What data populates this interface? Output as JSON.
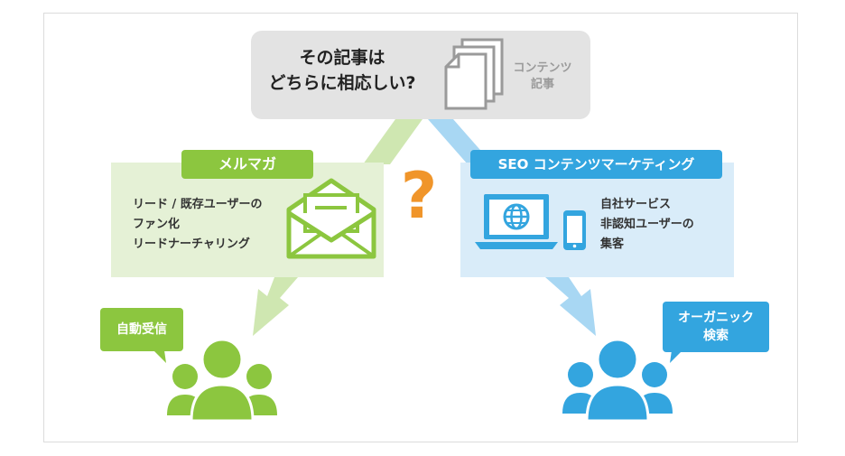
{
  "question": {
    "lines": [
      "その記事は",
      "どちらに相応しい?"
    ]
  },
  "content_label": {
    "lines": [
      "コンテンツ",
      "記事"
    ]
  },
  "mail_magazine": {
    "title": "メルマガ",
    "lines": [
      "リード / 既存ユーザーの",
      "ファン化",
      "リードナーチャリング"
    ]
  },
  "seo": {
    "title": "SEO コンテンツマーケティング",
    "lines": [
      "自社サービス",
      "非認知ユーザーの",
      "集客"
    ]
  },
  "bubble_green": {
    "label": "自動受信"
  },
  "bubble_blue": {
    "lines": [
      "オーガニック",
      "検索"
    ]
  },
  "center_mark": "?",
  "colors": {
    "green": "#8cc63f",
    "blue": "#33a5df",
    "light_green": "#e5f1d6",
    "light_blue": "#d9ecf9",
    "gray": "#e3e3e3",
    "orange": "#f0952a"
  },
  "icons": [
    "document-stack-icon",
    "envelope-icon",
    "laptop-globe-icon",
    "smartphone-icon",
    "people-group-icon"
  ]
}
